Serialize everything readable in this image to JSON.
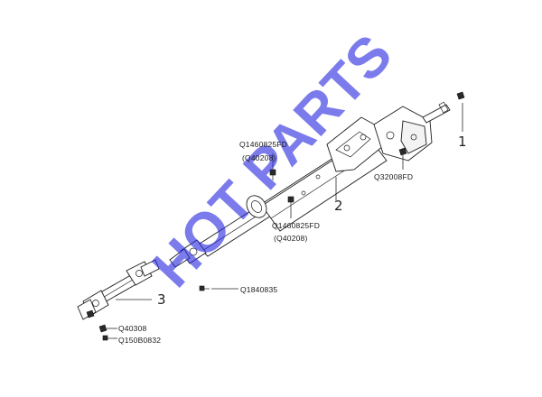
{
  "diagram": {
    "callouts": {
      "c1": "1",
      "c2": "2",
      "c3": "3"
    },
    "labels": {
      "upper_bolt_part": "Q1460825FD",
      "upper_bolt_sub": "(Q40208)",
      "lower_bolt_part": "Q1460825FD",
      "lower_bolt_sub": "(Q40208)",
      "nut_right": "Q32008FD",
      "bolt_mid": "Q1840835",
      "nut_left": "Q40308",
      "bolt_left": "Q150B0832"
    },
    "watermark": "HOT PARTS"
  }
}
